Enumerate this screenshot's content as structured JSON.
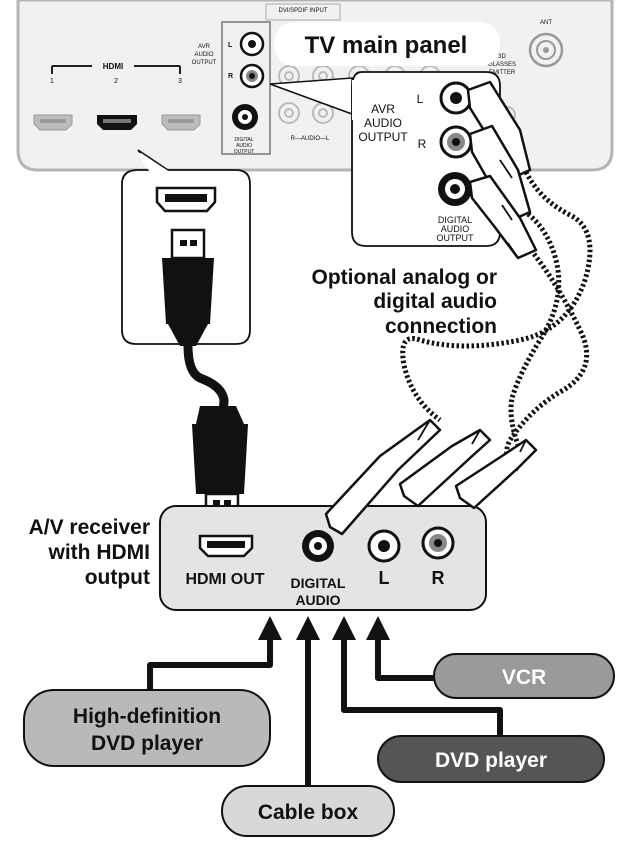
{
  "tv": {
    "title": "TV main panel",
    "hdmi_group_label": "HDMI",
    "hdmi_port_numbers": [
      "1",
      "2",
      "3"
    ],
    "avr_audio_output_small": [
      "AVR",
      "AUDIO",
      "OUTPUT"
    ],
    "component_input_small": "DVI/SPDIF INPUT",
    "audio_lr_small": "R—AUDIO—L",
    "digital_audio_small": [
      "DIGITAL",
      "AUDIO",
      "OUTPUT"
    ],
    "glasses_emitter": [
      "3D",
      "GLASSES",
      "EMITTER"
    ],
    "ant": "ANT",
    "jack_l": "L",
    "jack_r": "R"
  },
  "callout": {
    "avr_label": [
      "AVR",
      "AUDIO",
      "OUTPUT"
    ],
    "l": "L",
    "r": "R",
    "digital_label": [
      "DIGITAL",
      "AUDIO",
      "OUTPUT"
    ]
  },
  "optional_label": [
    "Optional analog or",
    "digital audio",
    "connection"
  ],
  "receiver": {
    "label": [
      "A/V receiver",
      "with HDMI",
      "output"
    ],
    "hdmi_out": "HDMI OUT",
    "digital_audio": [
      "DIGITAL",
      "AUDIO"
    ],
    "l": "L",
    "r": "R"
  },
  "sources": {
    "vcr": "VCR",
    "hd_dvd": [
      "High-definition",
      "DVD player"
    ],
    "dvd": "DVD player",
    "cable": "Cable box"
  },
  "colors": {
    "panel": "#f1f1f1",
    "receiver": "#e4e4e4",
    "vcr_pill": "#9a9a9a",
    "hd_pill": "#b9b9b9",
    "dvd_pill": "#555555",
    "cable_pill": "#d8d8d8"
  }
}
